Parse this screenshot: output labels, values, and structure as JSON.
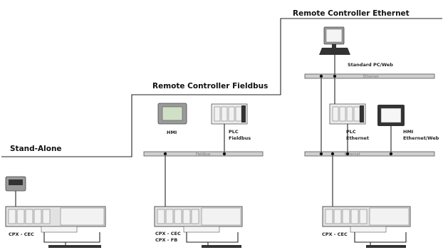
{
  "diagram": {
    "titles": {
      "ethernet": "Remote Controller Ethernet",
      "fieldbus": "Remote Controller Fieldbus",
      "standalone": "Stand-Alone"
    },
    "labels": {
      "standard_pc": "Standard PC/Web",
      "hmi_fieldbus": "HMI",
      "plc_fieldbus_line1": "PLC",
      "plc_fieldbus_line2": "Fieldbus",
      "plc_ethernet_line1": "PLC",
      "plc_ethernet_line2": "Ethernet",
      "hmi_ethernet_line1": "HMI",
      "hmi_ethernet_line2": "Ethernet/Web",
      "cpx_standalone": "CPX - CEC",
      "cpx_fieldbus_line1": "CPX - CEC",
      "cpx_fieldbus_line2": "CPX - FB",
      "cpx_ethernet": "CPX - CEC"
    },
    "bus_labels": {
      "fieldbus": "Fieldbus",
      "ethernet_top": "Ethernet",
      "ethernet_bottom": "Ethernet"
    }
  }
}
